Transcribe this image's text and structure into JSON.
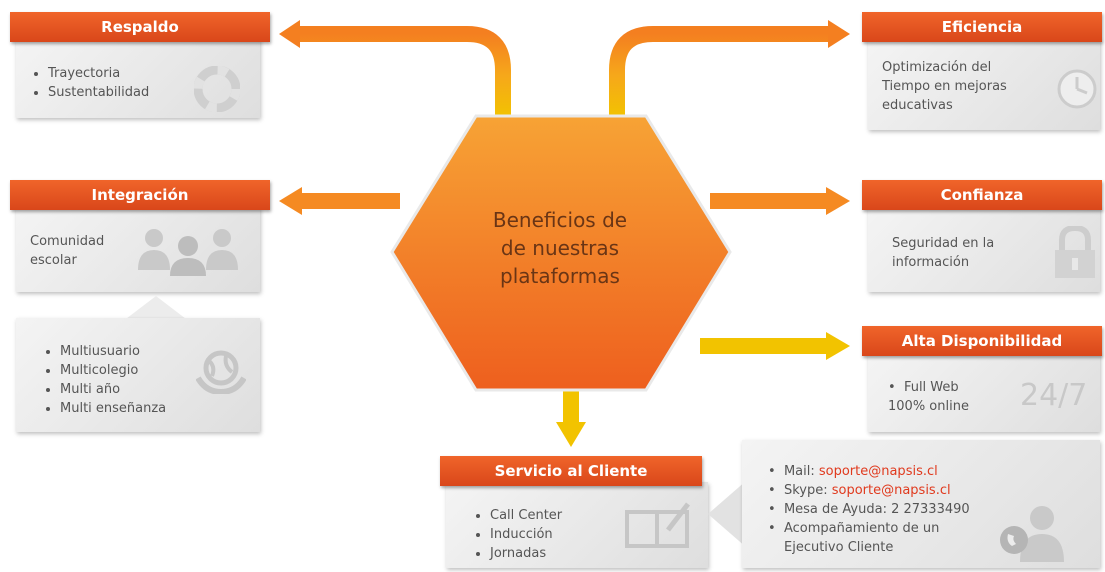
{
  "center": {
    "line1": "Beneficios de",
    "line2": "de nuestras",
    "line3": "plataformas"
  },
  "respaldo": {
    "title": "Respaldo",
    "items": [
      "Trayectoria",
      "Sustentabilidad"
    ],
    "icon": "lifebuoy-icon"
  },
  "eficiencia": {
    "title": "Eficiencia",
    "lines": [
      "Optimización del",
      "Tiempo en mejoras",
      "educativas"
    ],
    "icon": "clock-icon"
  },
  "integracion": {
    "title": "Integración",
    "lines": [
      "Comunidad",
      "escolar"
    ],
    "icon": "people-icon"
  },
  "integracion_detail": {
    "items": [
      "Multiusuario",
      "Multicolegio",
      "Multi año",
      "Multi enseñanza"
    ],
    "icon": "globe-hands-icon"
  },
  "confianza": {
    "title": "Confianza",
    "lines": [
      "Seguridad en la",
      "información"
    ],
    "icon": "lock-icon"
  },
  "alta": {
    "title": "Alta Disponibilidad",
    "item": "Full Web",
    "line2": "100% online",
    "badge": "24/7"
  },
  "servicio": {
    "title": "Servicio al Cliente",
    "items": [
      "Call Center",
      "Inducción",
      "Jornadas"
    ],
    "icon": "book-icon"
  },
  "contacto": {
    "mail_label": "Mail: ",
    "mail": "soporte@napsis.cl",
    "skype_label": "Skype: ",
    "skype": "soporte@napsis.cl",
    "mesa": "Mesa de Ayuda: 2 27333490",
    "acomp1": "Acompañamiento de un",
    "acomp2": "Ejecutivo Cliente",
    "icon": "support-agent-icon"
  },
  "colors": {
    "header": "#e8552a",
    "hex_top": "#f7a233",
    "hex_bottom": "#f06a22",
    "arrow_orange": "#f58a22",
    "arrow_yellow": "#f2c300"
  }
}
